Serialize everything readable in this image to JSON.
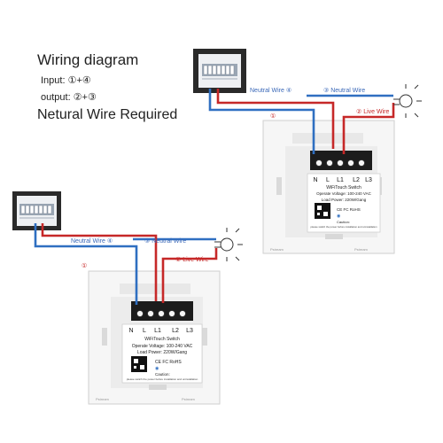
{
  "header": {
    "title": "Wiring diagram",
    "input_line": "Input:  ①+④",
    "output_line": "output: ②+③",
    "neutral_required": "Netural Wire Required"
  },
  "wire_labels": {
    "neutral_4": "Neutral Wire ④",
    "neutral_3": "③ Neutral Wire",
    "live_2": "② Live Wire",
    "mark_1": "①"
  },
  "terminals": [
    "N",
    "L",
    "L1",
    "L2",
    "L3"
  ],
  "switch_label": {
    "name": "WiFiTouch Switch",
    "voltage": "Operate Voltage: 100-240 VAC",
    "power": "Load Power: 220W/Gang",
    "cert": "CE FC RoHS",
    "caution": "Caution:",
    "caution_note": "please switch the power before installation and uninstallation"
  },
  "colors": {
    "neutral_wire": "#2f6fc1",
    "live_wire": "#c62828",
    "label_text": "#3a68b8",
    "live_text": "#c62828",
    "panel": "#f6f6f6",
    "breaker_frame": "#2a2a2a"
  }
}
